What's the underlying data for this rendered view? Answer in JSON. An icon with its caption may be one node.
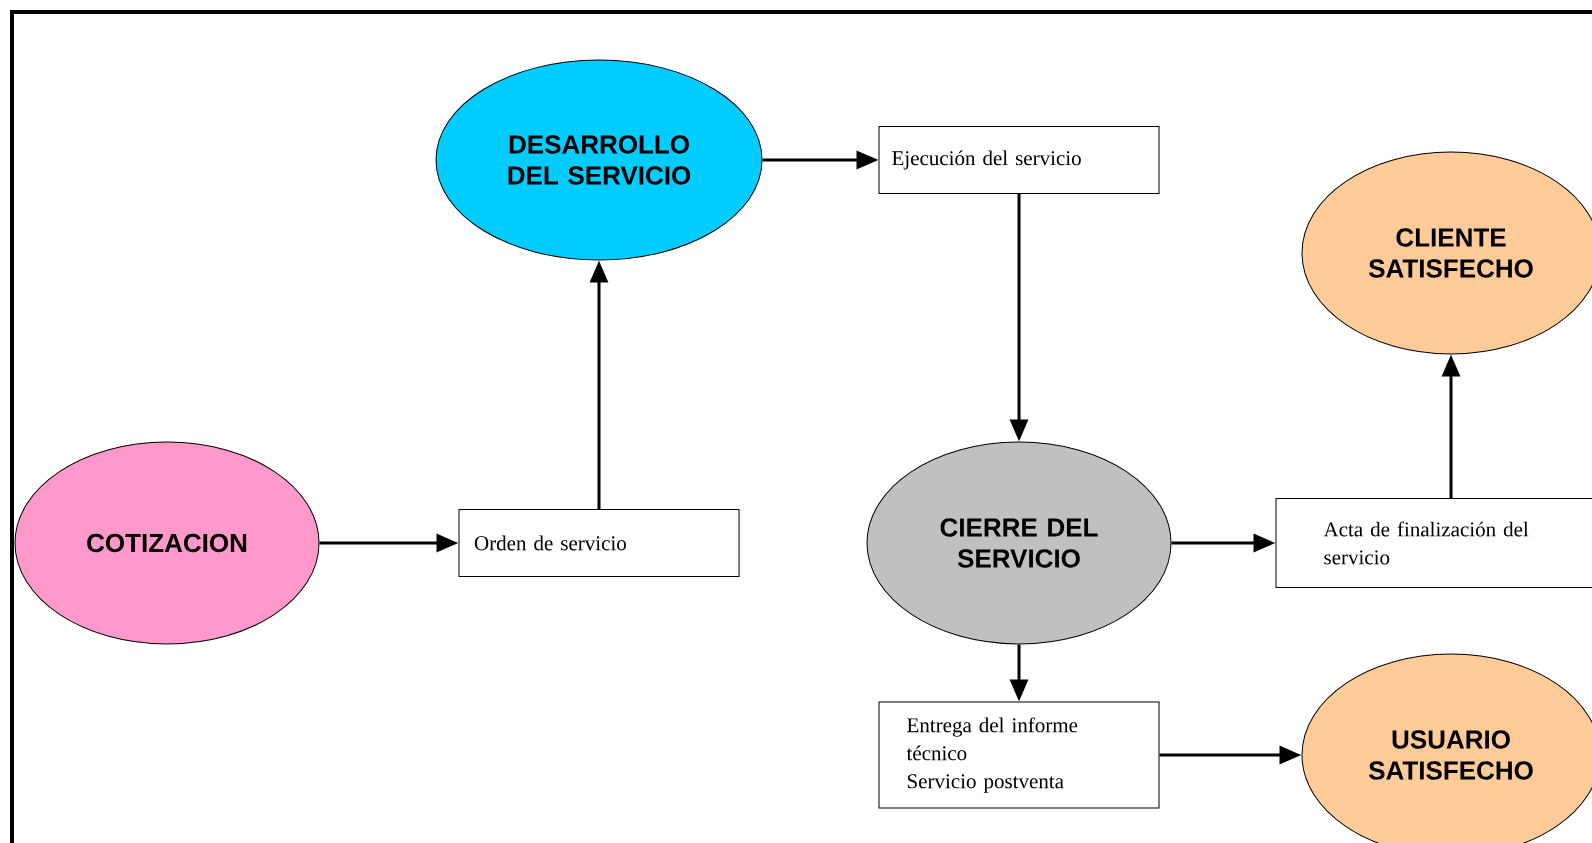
{
  "diagram": {
    "nodes": [
      {
        "text": [
          "COTIZACION"
        ]
      },
      {
        "text": [
          "Orden de servicio"
        ]
      },
      {
        "text": [
          "DESARROLLO DEL SERVICIO"
        ]
      },
      {
        "text": [
          "Ejecución del servicio"
        ]
      },
      {
        "text": [
          "CIERRE DEL SERVICIO"
        ]
      },
      {
        "text": [
          "Acta de finalización del servicio"
        ]
      },
      {
        "text": [
          "CLIENTE SATISFECHO"
        ]
      },
      {
        "text": [
          "Entrega del informe técnico",
          "Servicio postventa"
        ]
      },
      {
        "text": [
          "USUARIO SATISFECHO"
        ]
      }
    ],
    "edges": [
      {
        "from": 0,
        "to": 1,
        "arrow": "to"
      },
      {
        "from": 1,
        "to": 2,
        "arrow": "to"
      },
      {
        "from": 2,
        "to": 3,
        "arrow": "to"
      },
      {
        "from": 3,
        "to": 4,
        "arrow": "to"
      },
      {
        "from": 4,
        "to": 5,
        "arrow": "to"
      },
      {
        "from": 5,
        "to": 6,
        "arrow": "to"
      },
      {
        "from": 4,
        "to": 7,
        "arrow": "to"
      },
      {
        "from": 7,
        "to": 8,
        "arrow": "to"
      }
    ]
  }
}
